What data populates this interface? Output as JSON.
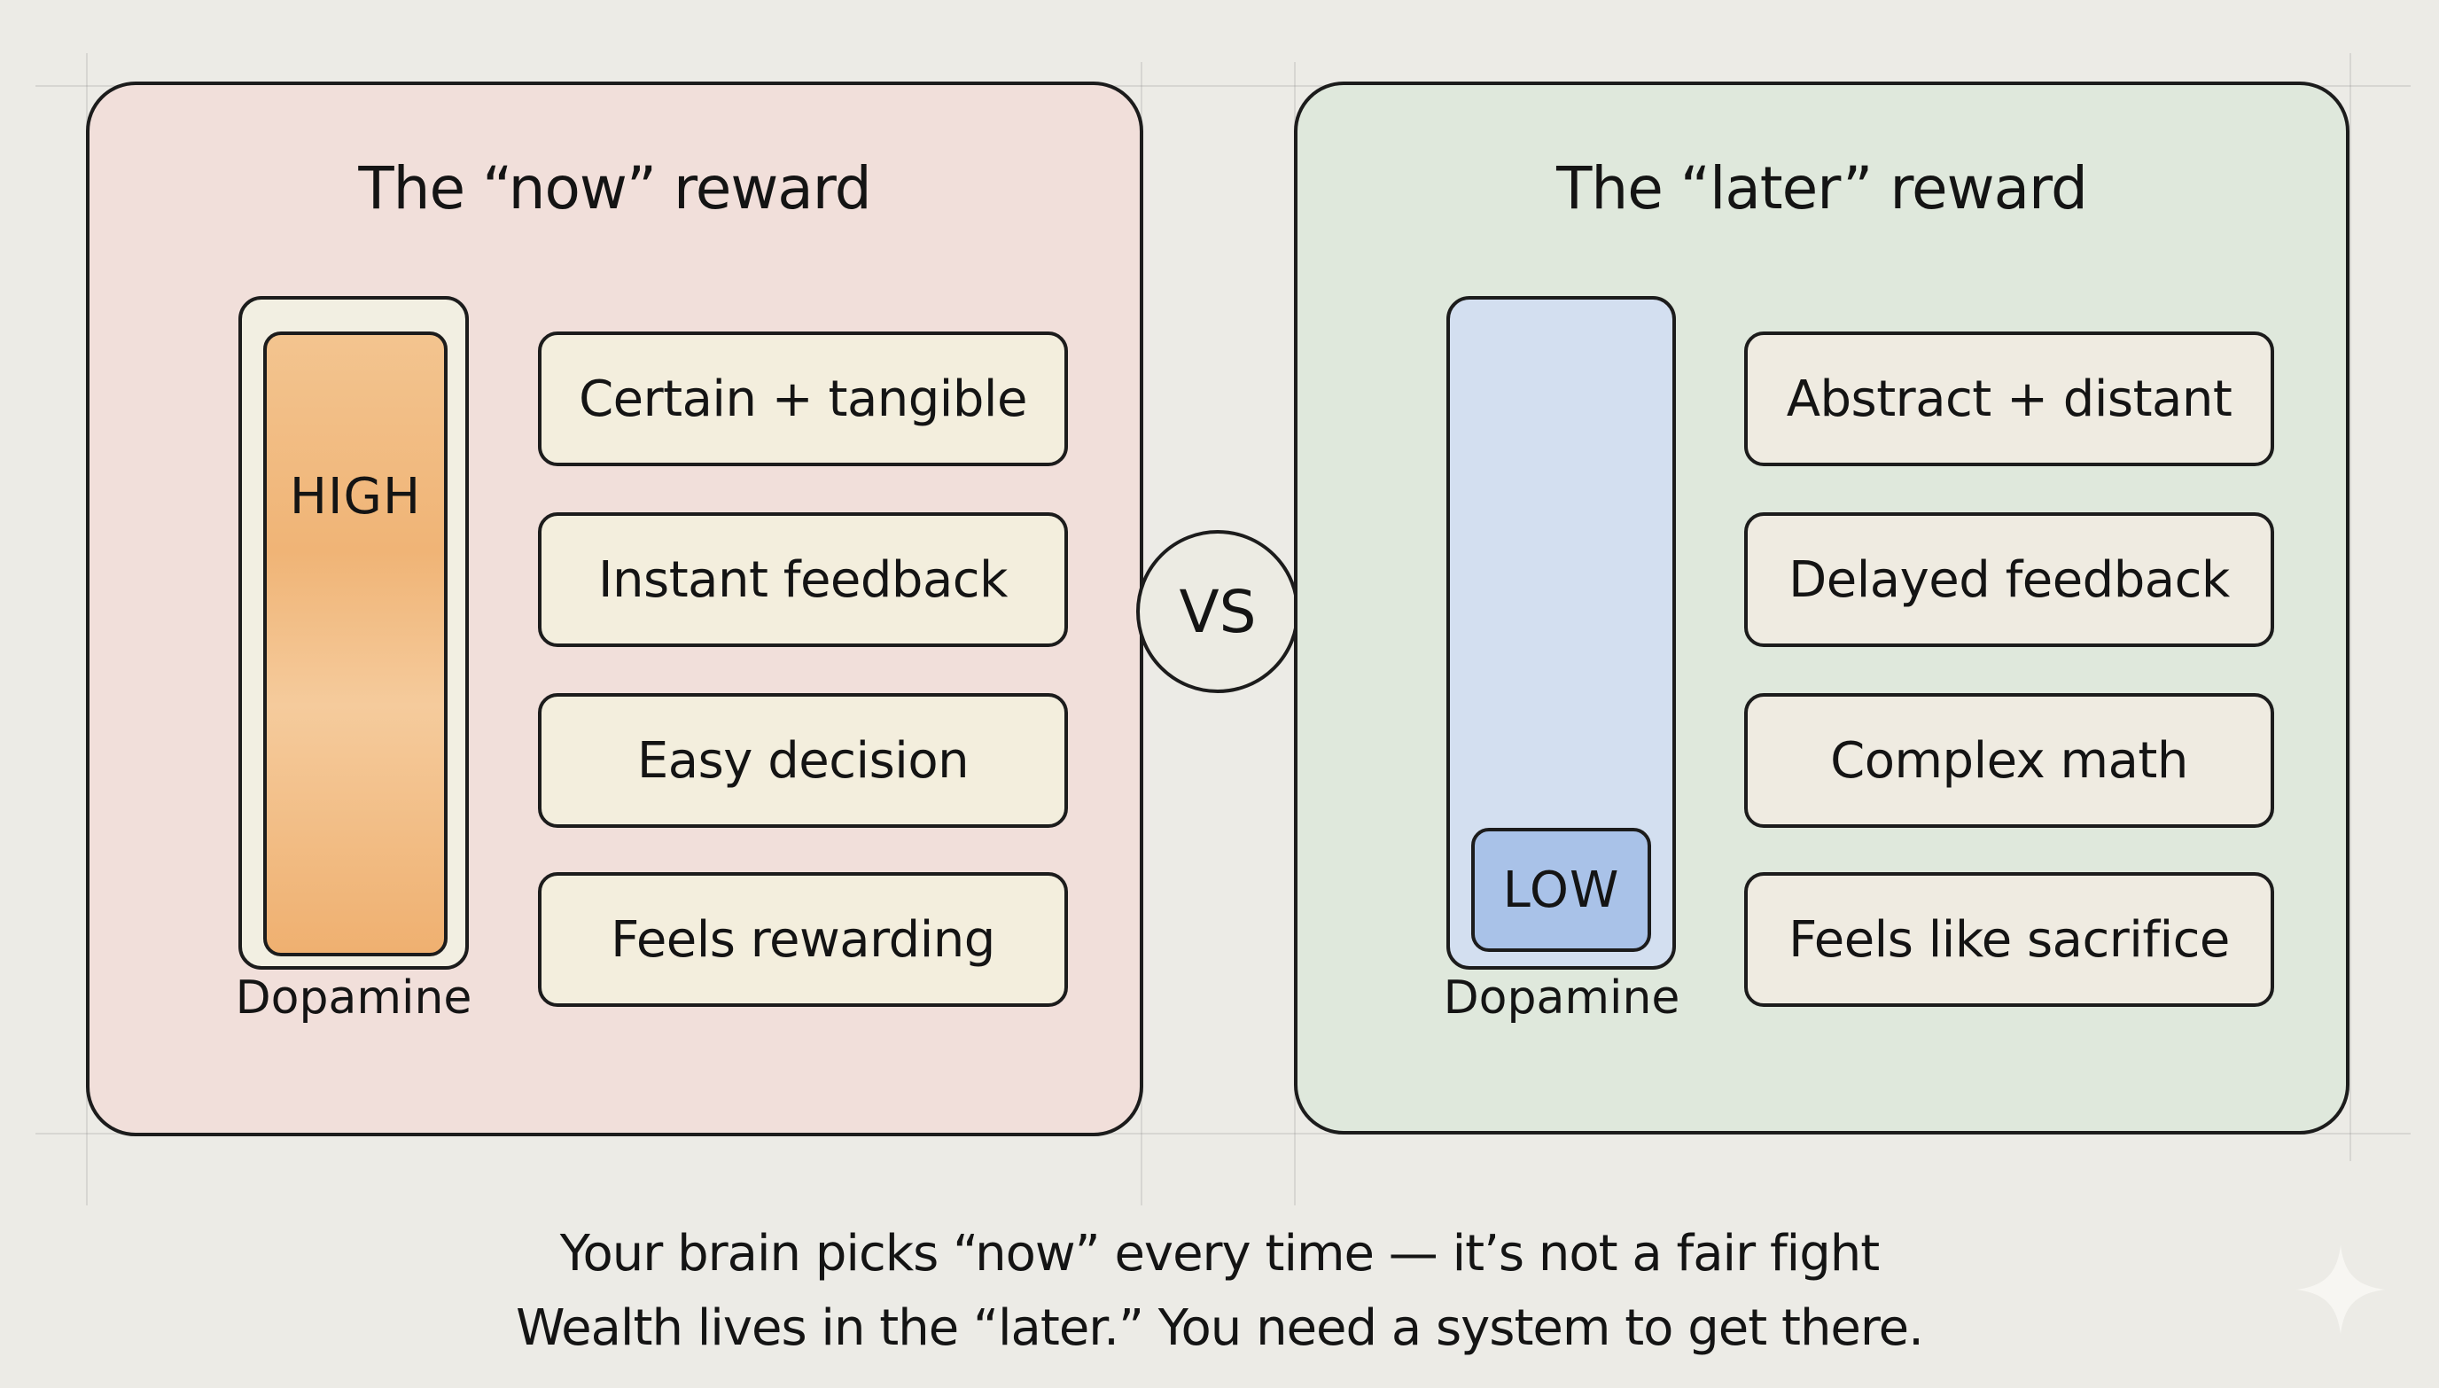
{
  "left_panel": {
    "title": "The “now” reward",
    "color": "#f1dfda",
    "dopamine": {
      "level_label": "HIGH",
      "level": 0.95,
      "caption": "Dopamine",
      "fill_color": "#f0b476"
    },
    "items": [
      "Certain + tangible",
      "Instant feedback",
      "Easy decision",
      "Feels rewarding"
    ]
  },
  "vs_label": "VS",
  "right_panel": {
    "title": "The “later” reward",
    "color": "#dfe8dc",
    "dopamine": {
      "level_label": "LOW",
      "level": 0.18,
      "caption": "Dopamine",
      "fill_color": "#a9c2e8"
    },
    "items": [
      "Abstract + distant",
      "Delayed feedback",
      "Complex math",
      "Feels like sacrifice"
    ]
  },
  "footer": {
    "line1": "Your brain picks “now” every time — it’s not a fair fight",
    "line2": "Wealth lives in the “later.” You need a system to get there."
  },
  "watermark_icon": "sparkle-icon"
}
